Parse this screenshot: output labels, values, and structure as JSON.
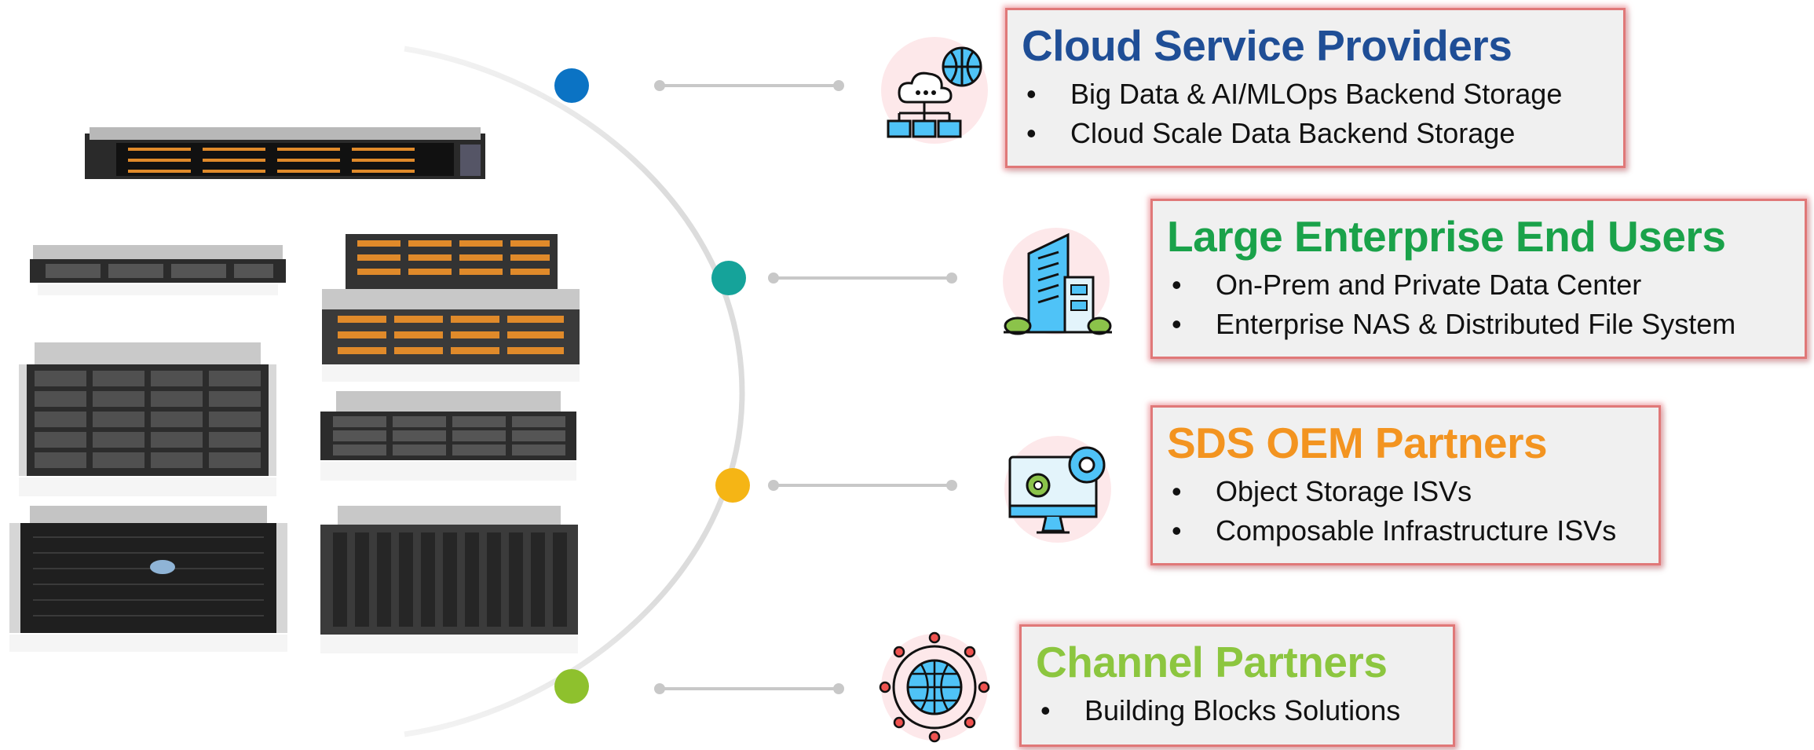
{
  "segments": [
    {
      "title": "Cloud Service Providers",
      "color": "#1f4e96",
      "dot_color": "#0b73c4",
      "icon": "cloud-network-icon",
      "bullets": [
        "Big Data & AI/MLOps Backend Storage",
        "Cloud Scale Data Backend Storage"
      ]
    },
    {
      "title": "Large Enterprise End Users",
      "color": "#1aa24a",
      "dot_color": "#15a39a",
      "icon": "office-building-icon",
      "bullets": [
        "On-Prem and Private Data Center",
        "Enterprise NAS & Distributed File System"
      ]
    },
    {
      "title": "SDS OEM Partners",
      "color": "#f39420",
      "dot_color": "#f5b515",
      "icon": "monitor-gears-icon",
      "bullets": [
        "Object Storage ISVs",
        "Composable Infrastructure ISVs"
      ]
    },
    {
      "title": "Channel Partners",
      "color": "#8cc63f",
      "dot_color": "#8ec12d",
      "icon": "globe-network-icon",
      "bullets": [
        "Building Blocks Solutions"
      ]
    }
  ]
}
